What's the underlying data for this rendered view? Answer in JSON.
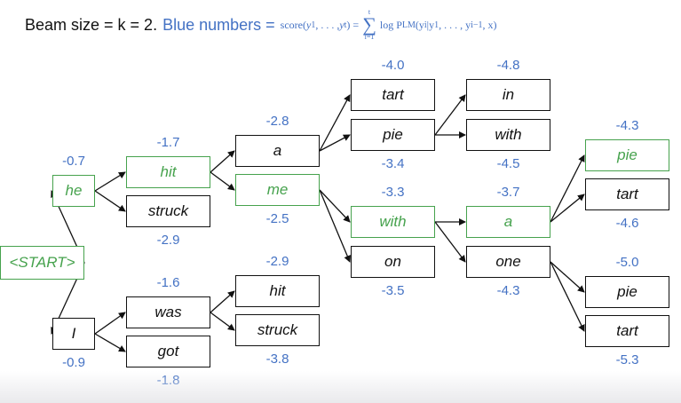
{
  "header": {
    "prefix": "Beam size = k = 2.",
    "blue_label": "Blue numbers =",
    "f_score": "score(",
    "f_args": "y",
    "f_sub1": "1",
    "f_dots": ", . . . , ",
    "f_argt": "y",
    "f_subt": "t",
    "f_close": ") =",
    "f_sum_top": "t",
    "f_sum_bot": "i=1",
    "f_log": "log P",
    "f_lm": "LM",
    "f_cond": "(y",
    "f_condsub": "i",
    "f_rest": "|y",
    "f_rest1": "1",
    "f_rest2": ", . . . , y",
    "f_restsub": "i−1",
    "f_end": ", x)"
  },
  "colors": {
    "blue": "#4472c4",
    "green": "#46a24d",
    "black": "#111111"
  },
  "nodes": [
    {
      "id": "start",
      "label": "<START>",
      "green": true,
      "score": ""
    },
    {
      "id": "he",
      "label": "he",
      "green": true,
      "score": "-0.7"
    },
    {
      "id": "I",
      "label": "I",
      "green": false,
      "score": "-0.9"
    },
    {
      "id": "hit1",
      "label": "hit",
      "green": true,
      "score": "-1.7"
    },
    {
      "id": "struck1",
      "label": "struck",
      "green": false,
      "score": "-2.9"
    },
    {
      "id": "was",
      "label": "was",
      "green": false,
      "score": "-1.6"
    },
    {
      "id": "got",
      "label": "got",
      "green": false,
      "score": "-1.8"
    },
    {
      "id": "a1",
      "label": "a",
      "green": false,
      "score": "-2.8"
    },
    {
      "id": "me",
      "label": "me",
      "green": true,
      "score": "-2.5"
    },
    {
      "id": "hit2",
      "label": "hit",
      "green": false,
      "score": "-2.9"
    },
    {
      "id": "struck2",
      "label": "struck",
      "green": false,
      "score": "-3.8"
    },
    {
      "id": "tart1",
      "label": "tart",
      "green": false,
      "score": "-4.0"
    },
    {
      "id": "pie1",
      "label": "pie",
      "green": false,
      "score": "-3.4"
    },
    {
      "id": "with1",
      "label": "with",
      "green": true,
      "score": "-3.3"
    },
    {
      "id": "on",
      "label": "on",
      "green": false,
      "score": "-3.5"
    },
    {
      "id": "in",
      "label": "in",
      "green": false,
      "score": "-4.8"
    },
    {
      "id": "with2",
      "label": "with",
      "green": false,
      "score": "-4.5"
    },
    {
      "id": "a2",
      "label": "a",
      "green": true,
      "score": "-3.7"
    },
    {
      "id": "one",
      "label": "one",
      "green": false,
      "score": "-4.3"
    },
    {
      "id": "pie2",
      "label": "pie",
      "green": true,
      "score": "-4.3"
    },
    {
      "id": "tart2",
      "label": "tart",
      "green": false,
      "score": "-4.6"
    },
    {
      "id": "pie3",
      "label": "pie",
      "green": false,
      "score": "-5.0"
    },
    {
      "id": "tart3",
      "label": "tart",
      "green": false,
      "score": "-5.3"
    }
  ],
  "edges": [
    [
      "start",
      "he"
    ],
    [
      "start",
      "I"
    ],
    [
      "he",
      "hit1"
    ],
    [
      "he",
      "struck1"
    ],
    [
      "I",
      "was"
    ],
    [
      "I",
      "got"
    ],
    [
      "hit1",
      "a1"
    ],
    [
      "hit1",
      "me"
    ],
    [
      "was",
      "hit2"
    ],
    [
      "was",
      "struck2"
    ],
    [
      "a1",
      "tart1"
    ],
    [
      "a1",
      "pie1"
    ],
    [
      "me",
      "with1"
    ],
    [
      "me",
      "on"
    ],
    [
      "pie1",
      "in"
    ],
    [
      "pie1",
      "with2"
    ],
    [
      "with1",
      "a2"
    ],
    [
      "with1",
      "one"
    ],
    [
      "a2",
      "pie2"
    ],
    [
      "a2",
      "tart2"
    ],
    [
      "one",
      "pie3"
    ],
    [
      "one",
      "tart3"
    ]
  ]
}
